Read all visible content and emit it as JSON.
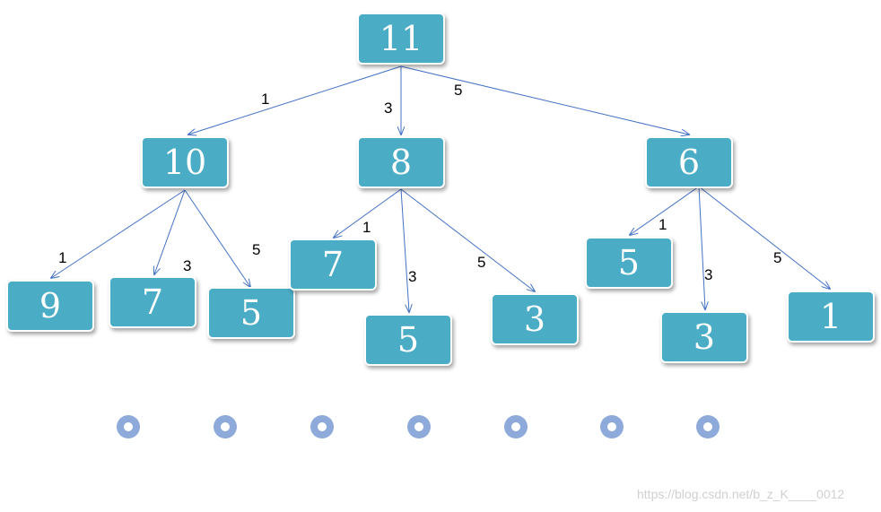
{
  "colors": {
    "node_fill": "#4bacc6",
    "edge": "#4472c4",
    "dot": "#8eaadb"
  },
  "nodes": {
    "root": "11",
    "n10": "10",
    "n8": "8",
    "n6": "6",
    "n10_a": "9",
    "n10_b": "7",
    "n10_c": "5",
    "n8_a": "7",
    "n8_b": "5",
    "n8_c": "3",
    "n6_a": "5",
    "n6_b": "3",
    "n6_c": "1"
  },
  "weights": {
    "root_n10": "1",
    "root_n8": "3",
    "root_n6": "5",
    "n10_a": "1",
    "n10_b": "3",
    "n10_c": "5",
    "n8_a": "1",
    "n8_b": "3",
    "n8_c": "5",
    "n6_a": "1",
    "n6_b": "3",
    "n6_c": "5"
  },
  "watermark": "https://blog.csdn.net/b_z_K____0012"
}
